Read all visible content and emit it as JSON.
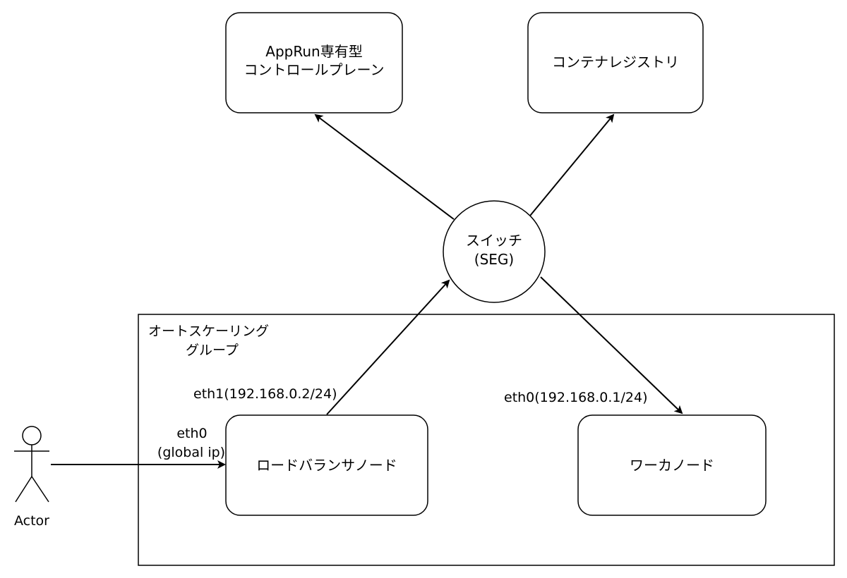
{
  "nodes": {
    "control_plane": {
      "line1": "AppRun専有型",
      "line2": "コントロールプレーン"
    },
    "registry": {
      "label": "コンテナレジストリ"
    },
    "switch": {
      "line1": "スイッチ",
      "line2": "(SEG)"
    },
    "lb_node": {
      "label": "ロードバランサノード"
    },
    "worker_node": {
      "label": "ワーカノード"
    },
    "actor": {
      "label": "Actor"
    }
  },
  "group": {
    "line1": "オートスケーリング",
    "line2": "グループ"
  },
  "edge_labels": {
    "lb_eth1": "eth1(192.168.0.2/24)",
    "worker_eth0": "eth0(192.168.0.1/24)",
    "lb_eth0_line1": "eth0",
    "lb_eth0_line2": "(global ip)"
  },
  "colors": {
    "stroke": "#000000",
    "background": "#ffffff"
  }
}
